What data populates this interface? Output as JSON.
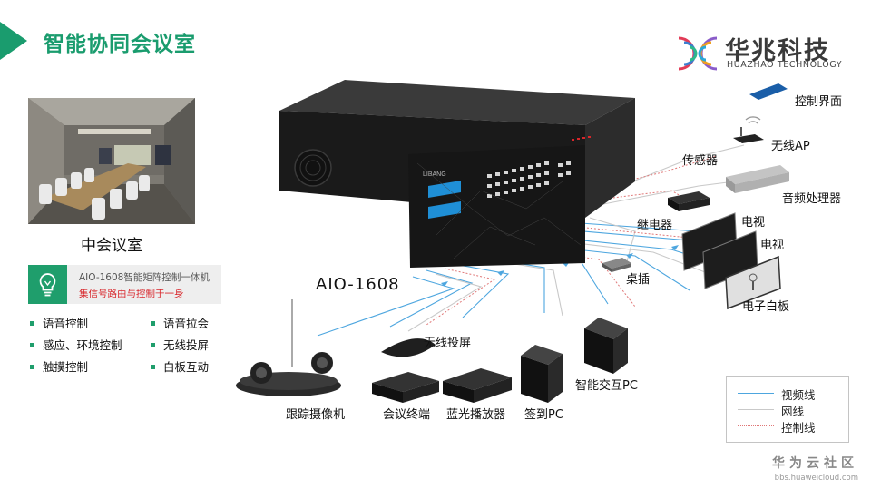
{
  "header": {
    "title": "智能协同会议室"
  },
  "brand": {
    "name_cn": "华兆科技",
    "name_en": "HUAZHAO TECHNOLOGY"
  },
  "room": {
    "caption": "中会议室"
  },
  "info_card": {
    "line1": "AIO-1608智能矩阵控制一体机",
    "line2": "集信号路由与控制于一身"
  },
  "features": {
    "left": [
      "语音控制",
      "感应、环境控制",
      "触摸控制"
    ],
    "right": [
      "语音拉会",
      "无线投屏",
      "白板互动"
    ]
  },
  "device": {
    "model": "AIO-1608",
    "brand_mark": "LIBANG"
  },
  "peripherals": {
    "control_ui": "控制界面",
    "wireless_ap": "无线AP",
    "sensor": "传感器",
    "audio_processor": "音频处理器",
    "relay": "继电器",
    "tv1": "电视",
    "tv2": "电视",
    "desk_socket": "桌插",
    "whiteboard": "电子白板",
    "wireless_cast": "无线投屏",
    "smart_pc": "智能交互PC",
    "tracking_camera": "跟踪摄像机",
    "conference_terminal": "会议终端",
    "bluray_player": "蓝光播放器",
    "signin_pc": "签到PC"
  },
  "legend": {
    "items": [
      {
        "label": "视频线",
        "color": "#4da6df",
        "style": "solid"
      },
      {
        "label": "网线",
        "color": "#c9c9c9",
        "style": "solid"
      },
      {
        "label": "控制线",
        "color": "#e07878",
        "style": "dotted"
      }
    ]
  },
  "watermark": {
    "cn": "华为云社区",
    "en": "bbs.huaweicloud.com"
  },
  "colors": {
    "accent": "#1a9c6e",
    "highlight_red": "#d8262b",
    "video_line": "#4da6df",
    "network_line": "#c9c9c9",
    "control_line": "#e07878"
  },
  "icons": {
    "title": "arrow-right-icon",
    "info_card": "lightbulb-icon",
    "logo": "concentric-arcs-logo",
    "wifi": "wifi-icon"
  }
}
